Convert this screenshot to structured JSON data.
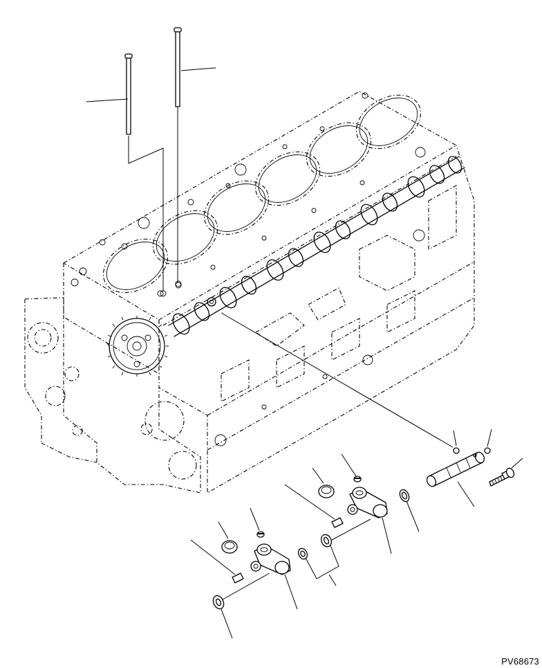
{
  "figure": {
    "drawing_code": "PV68673"
  },
  "parts": [
    {
      "name": "push-rod-long"
    },
    {
      "name": "push-rod-short"
    },
    {
      "name": "cylinder-block"
    },
    {
      "name": "camshaft"
    },
    {
      "name": "rocker-shaft"
    },
    {
      "name": "mounting-bolt"
    },
    {
      "name": "rocker-arm"
    },
    {
      "name": "roller"
    },
    {
      "name": "pin"
    },
    {
      "name": "snap-ring"
    },
    {
      "name": "ball"
    }
  ]
}
